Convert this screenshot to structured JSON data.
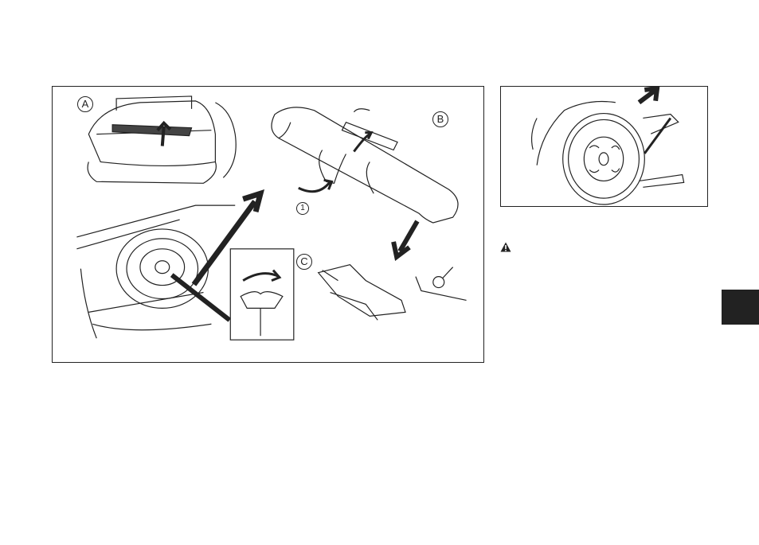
{
  "figure_main": {
    "label_a": "A",
    "label_b": "B",
    "label_c": "C",
    "callout_1": "1"
  },
  "icons": {
    "warning": "warning-triangle-icon",
    "chapter_tab": "chapter-tab"
  },
  "colors": {
    "line": "#222222",
    "tab": "#222222"
  }
}
